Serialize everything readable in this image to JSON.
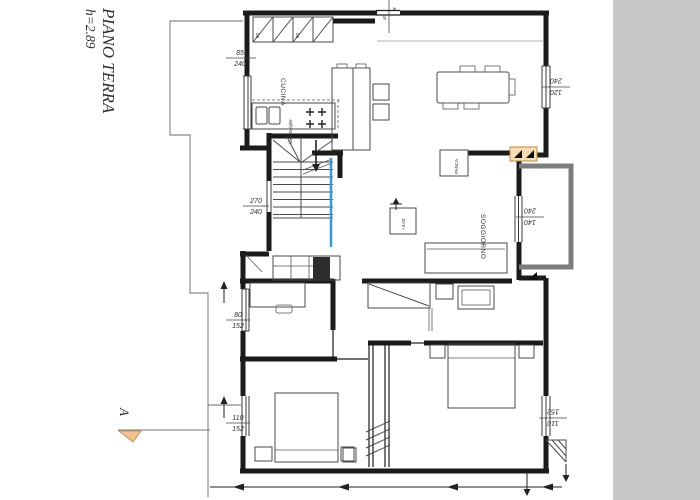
{
  "labels": {
    "title": "PIANO TERRA",
    "subtitle": "h=2.89",
    "section": "A",
    "kitchen": "CUCINA",
    "living": "SOGGIORNO",
    "bench": "PANCA",
    "dishwasher": "lavastoviglie",
    "level": "+3.03",
    "cab_a": "60",
    "cab_b": "60",
    "top_a": "40",
    "top_b": "8"
  },
  "dims": {
    "kitchen_window": {
      "w": "85",
      "h": "240"
    },
    "stair_window": {
      "w": "270",
      "h": "240"
    },
    "study_window": {
      "w": "80",
      "h": "152"
    },
    "bedroom_left_window": {
      "w": "110",
      "h": "152"
    },
    "dining_window": {
      "w": "120",
      "h": "240"
    },
    "living_window": {
      "w": "140",
      "h": "240"
    },
    "bedroom_right_window": {
      "w": "110",
      "h": "152"
    }
  },
  "colors": {
    "gray_band": "#c8c8c8",
    "balcony_gray": "#7d7d7d",
    "stair_rail_blue": "#2f9cdb",
    "fireplace_orange": "#f5ddb5",
    "fireplace_edge": "#c9872e",
    "section_triangle": "#f3c18f"
  }
}
